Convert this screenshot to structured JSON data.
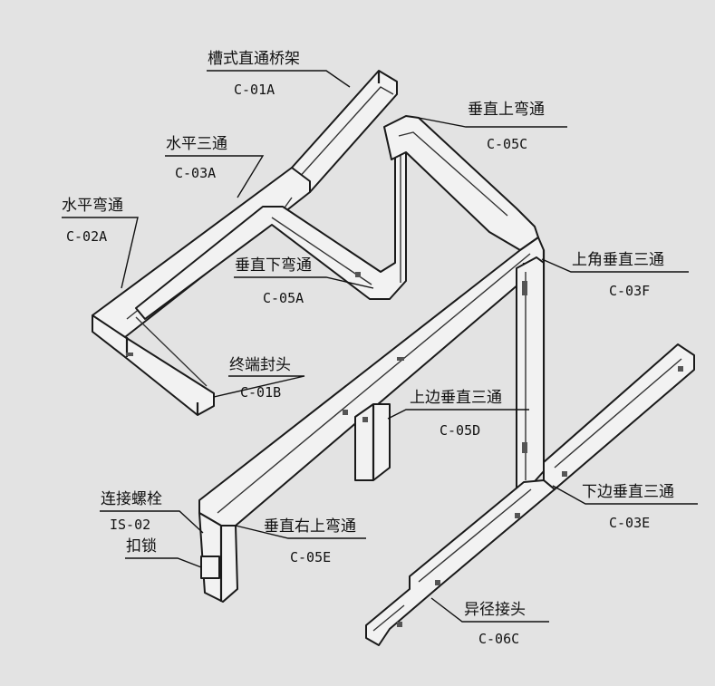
{
  "labels": {
    "c01a": {
      "name": "槽式直通桥架",
      "code": "C-01A"
    },
    "c03a": {
      "name": "水平三通",
      "code": "C-03A"
    },
    "c02a": {
      "name": "水平弯通",
      "code": "C-02A"
    },
    "c05a": {
      "name": "垂直下弯通",
      "code": "C-05A"
    },
    "c01b": {
      "name": "终端封头",
      "code": "C-01B"
    },
    "c05c": {
      "name": "垂直上弯通",
      "code": "C-05C"
    },
    "c03f": {
      "name": "上角垂直三通",
      "code": "C-03F"
    },
    "c05d": {
      "name": "上边垂直三通",
      "code": "C-05D"
    },
    "is02": {
      "name": "连接螺栓",
      "code": "IS-02"
    },
    "lock": {
      "name": "扣锁"
    },
    "c05e": {
      "name": "垂直右上弯通",
      "code": "C-05E"
    },
    "c03e": {
      "name": "下边垂直三通",
      "code": "C-03E"
    },
    "c06c": {
      "name": "异径接头",
      "code": "C-06C"
    }
  }
}
